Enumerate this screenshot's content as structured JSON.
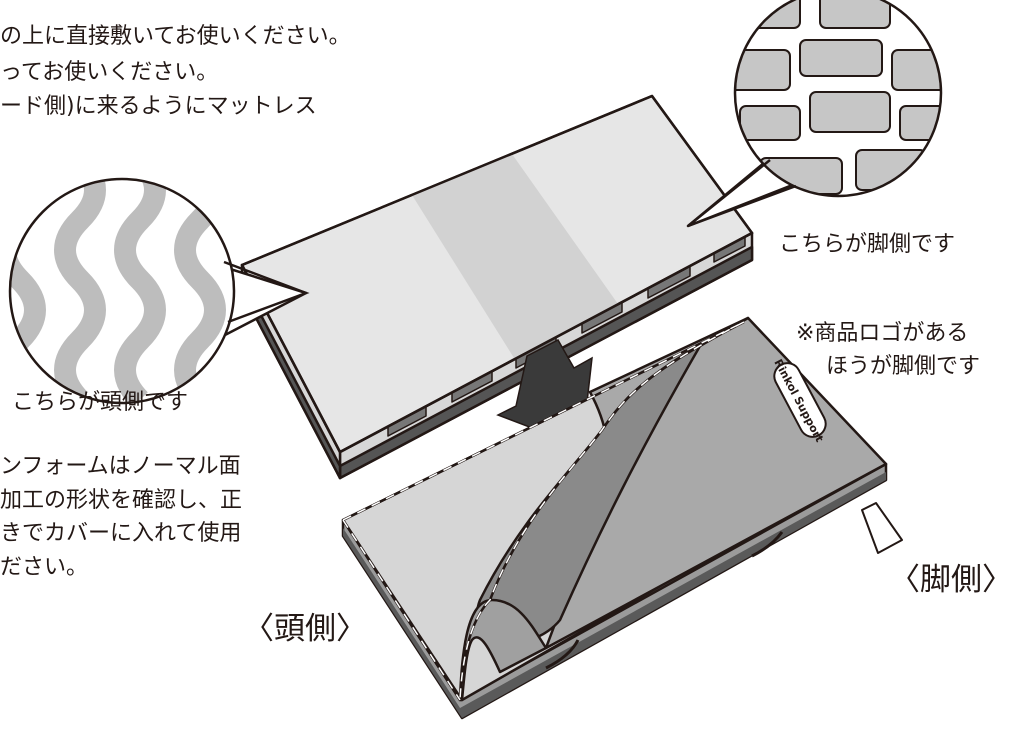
{
  "intro_lines": [
    "の上に直接敷いてお使いください。",
    "ってお使いください。",
    "ード側)に来るようにマットレス"
  ],
  "head_surface_caption": "こちらが頭側です",
  "foot_surface_caption": "こちらが脚側です",
  "logo_note_lines": [
    "※商品ロゴがある",
    "ほうが脚側です"
  ],
  "body_lines": [
    "ンフォームはノーマル面",
    "加工の形状を確認し、正",
    "きでカバーに入れて使用",
    "ださい。"
  ],
  "head_label": "〈頭側〉",
  "foot_label": "〈脚側〉",
  "cover_logo_text": "Rinkol Support",
  "colors": {
    "outline": "#231815",
    "mattress_top": "#e6e6e6",
    "mattress_band": "#c8c8c8",
    "cover_dark": "#8c8c8c",
    "cover_mid": "#a9a9a9",
    "cover_light": "#d3d3d3"
  }
}
